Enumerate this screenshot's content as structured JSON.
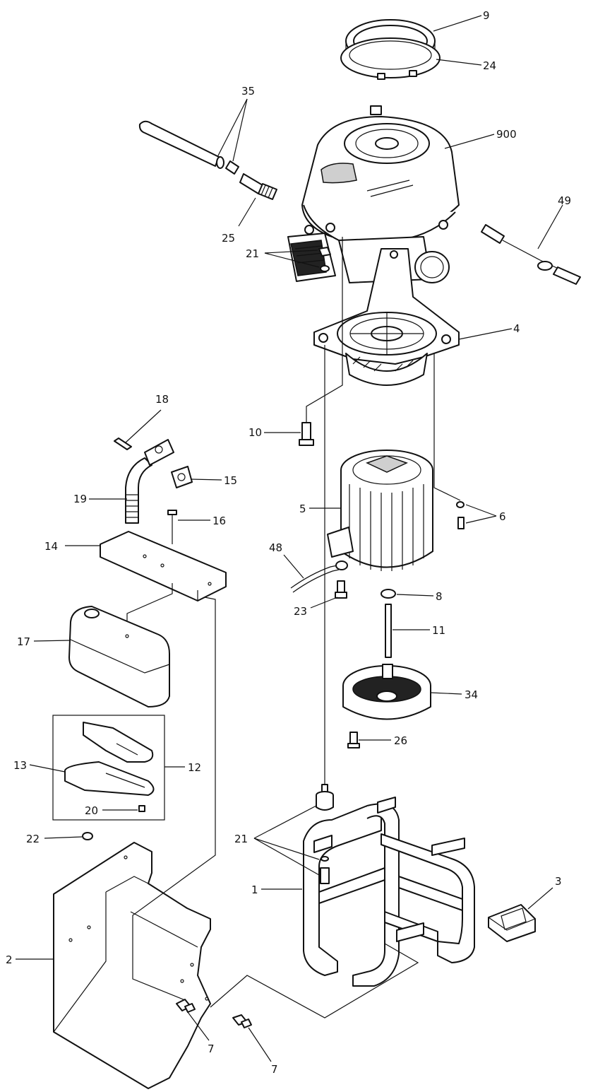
{
  "callouts": {
    "c9": "9",
    "c24": "24",
    "c35": "35",
    "c900": "900",
    "c25": "25",
    "c49": "49",
    "c21_top": "21",
    "c4": "4",
    "c18": "18",
    "c10": "10",
    "c15": "15",
    "c19": "19",
    "c16": "16",
    "c5": "5",
    "c6": "6",
    "c14": "14",
    "c48": "48",
    "c8": "8",
    "c23": "23",
    "c17": "17",
    "c11": "11",
    "c34": "34",
    "c26": "26",
    "c13": "13",
    "c12": "12",
    "c20": "20",
    "c22": "22",
    "c21_bottom": "21",
    "c3": "3",
    "c1": "1",
    "c2": "2",
    "c7_left": "7",
    "c7_right": "7"
  }
}
